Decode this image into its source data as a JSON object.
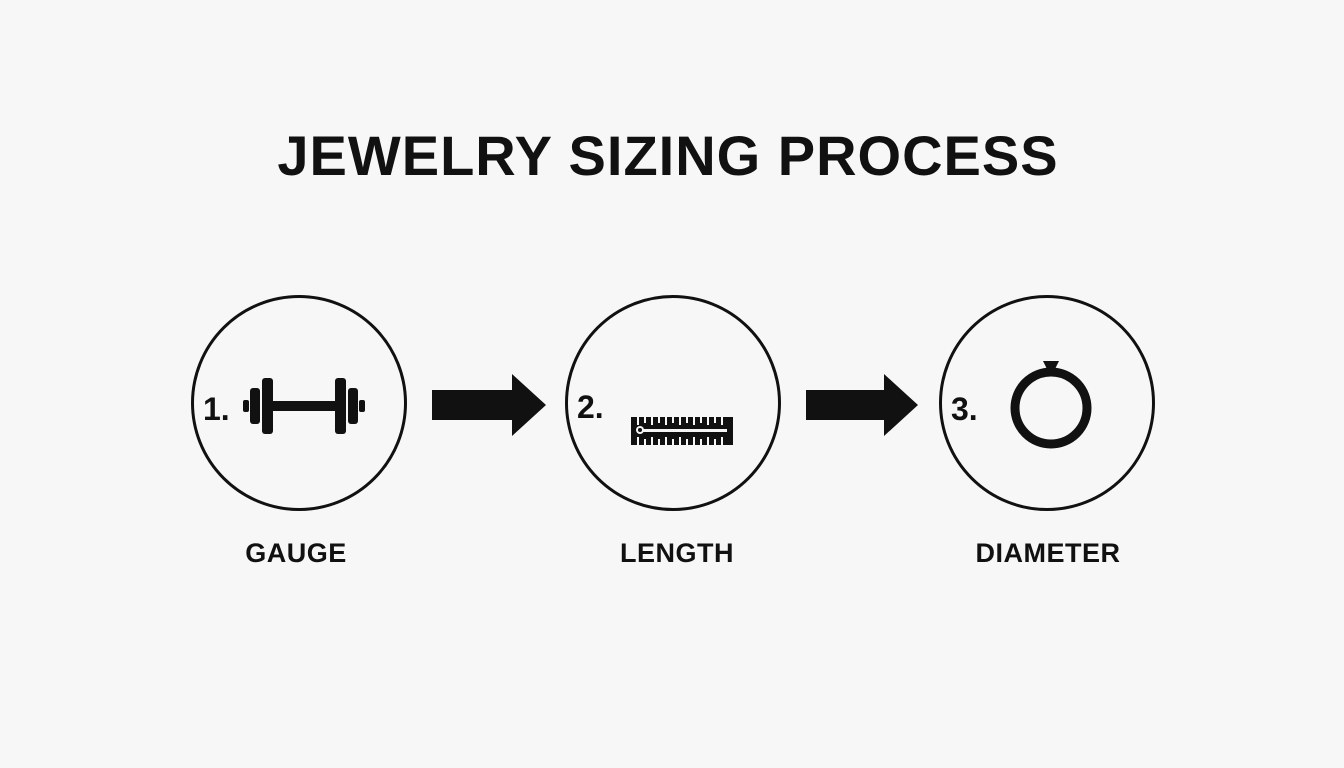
{
  "title": "JEWELRY SIZING PROCESS",
  "steps": [
    {
      "number": "1.",
      "label": "GAUGE",
      "icon": "dumbbell-icon"
    },
    {
      "number": "2.",
      "label": "LENGTH",
      "icon": "ruler-icon"
    },
    {
      "number": "3.",
      "label": "DIAMETER",
      "icon": "ring-icon"
    }
  ],
  "colors": {
    "background": "#f7f7f7",
    "ink": "#111111"
  }
}
